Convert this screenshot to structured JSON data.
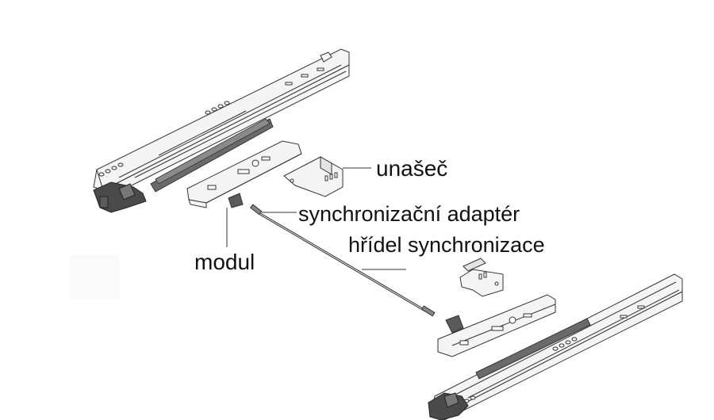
{
  "labels": {
    "carrier": "unašeč",
    "sync_adapter": "synchronizační adaptér",
    "sync_shaft": "hřídel synchronizace",
    "module": "modul"
  },
  "colors": {
    "line": "#333333",
    "part_fill": "#f4f4f4",
    "dark_part": "#4a4a4a",
    "damper": "#777777",
    "background": "#ffffff"
  }
}
